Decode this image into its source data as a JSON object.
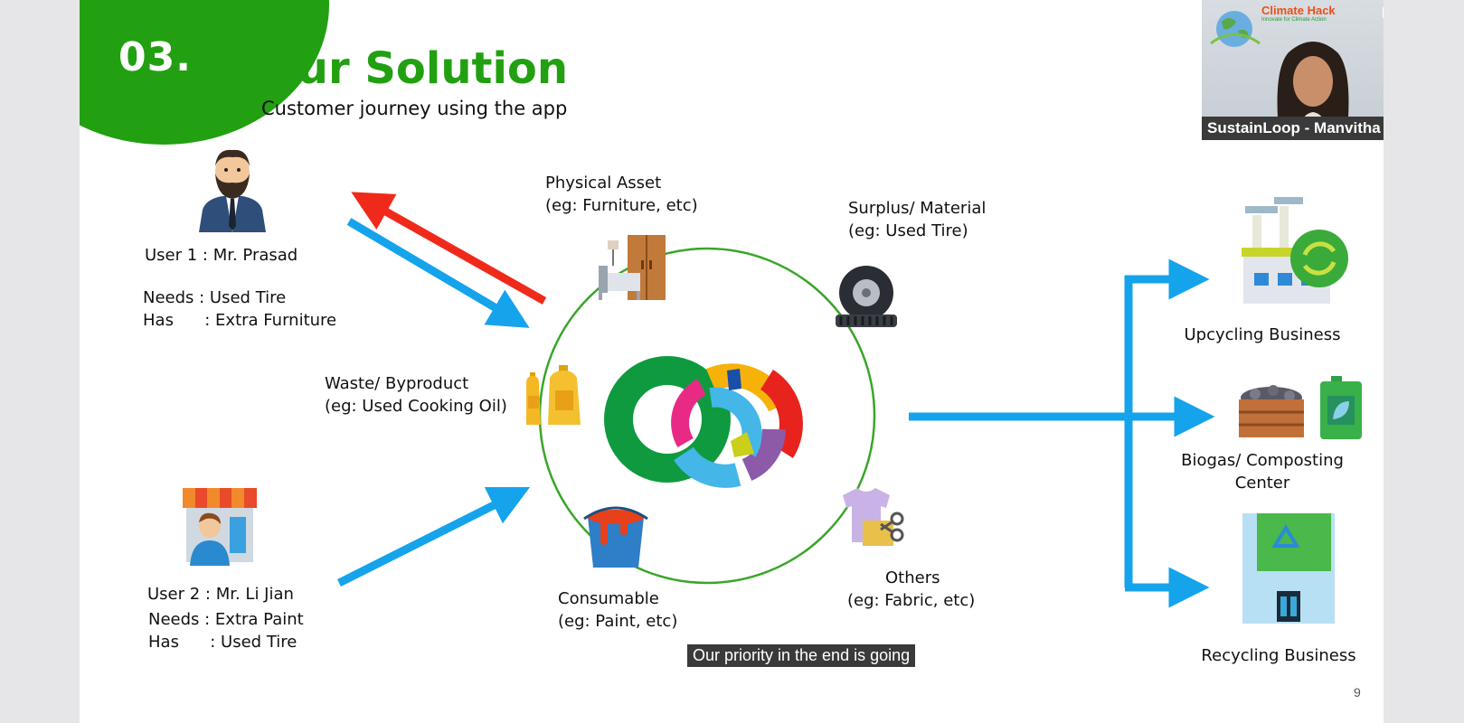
{
  "slide": {
    "number": "03.",
    "title": "Our Solution",
    "subtitle": "Customer journey using the app",
    "page_number": "9"
  },
  "users": [
    {
      "name": "User 1 : Mr. Prasad",
      "needs": "Needs : Used Tire",
      "has": "Has      : Extra Furniture"
    },
    {
      "name": "User 2 : Mr. Li Jian",
      "needs": "Needs : Extra Paint",
      "has": "Has      : Used Tire"
    }
  ],
  "categories": {
    "physical": [
      "Physical Asset",
      "(eg: Furniture, etc)"
    ],
    "surplus": [
      "Surplus/ Material",
      "(eg: Used Tire)"
    ],
    "waste": [
      "Waste/ Byproduct",
      "(eg: Used Cooking Oil)"
    ],
    "consumable": [
      "Consumable",
      "(eg: Paint, etc)"
    ],
    "others": [
      "Others",
      "(eg: Fabric, etc)"
    ]
  },
  "destinations": {
    "upcycling": "Upcycling Business",
    "biogas": [
      "Biogas/ Composting",
      "Center"
    ],
    "recycling": "Recycling Business"
  },
  "video": {
    "participant": "SustainLoop - Manvitha ...",
    "event_title": "Climate Hack",
    "event_tagline": "Innovate for Climate Action"
  },
  "caption": "Our priority in the end is going",
  "colors": {
    "brand_green": "#22a012",
    "arrow_blue": "#15a3ec",
    "arrow_red": "#f02a1a"
  }
}
